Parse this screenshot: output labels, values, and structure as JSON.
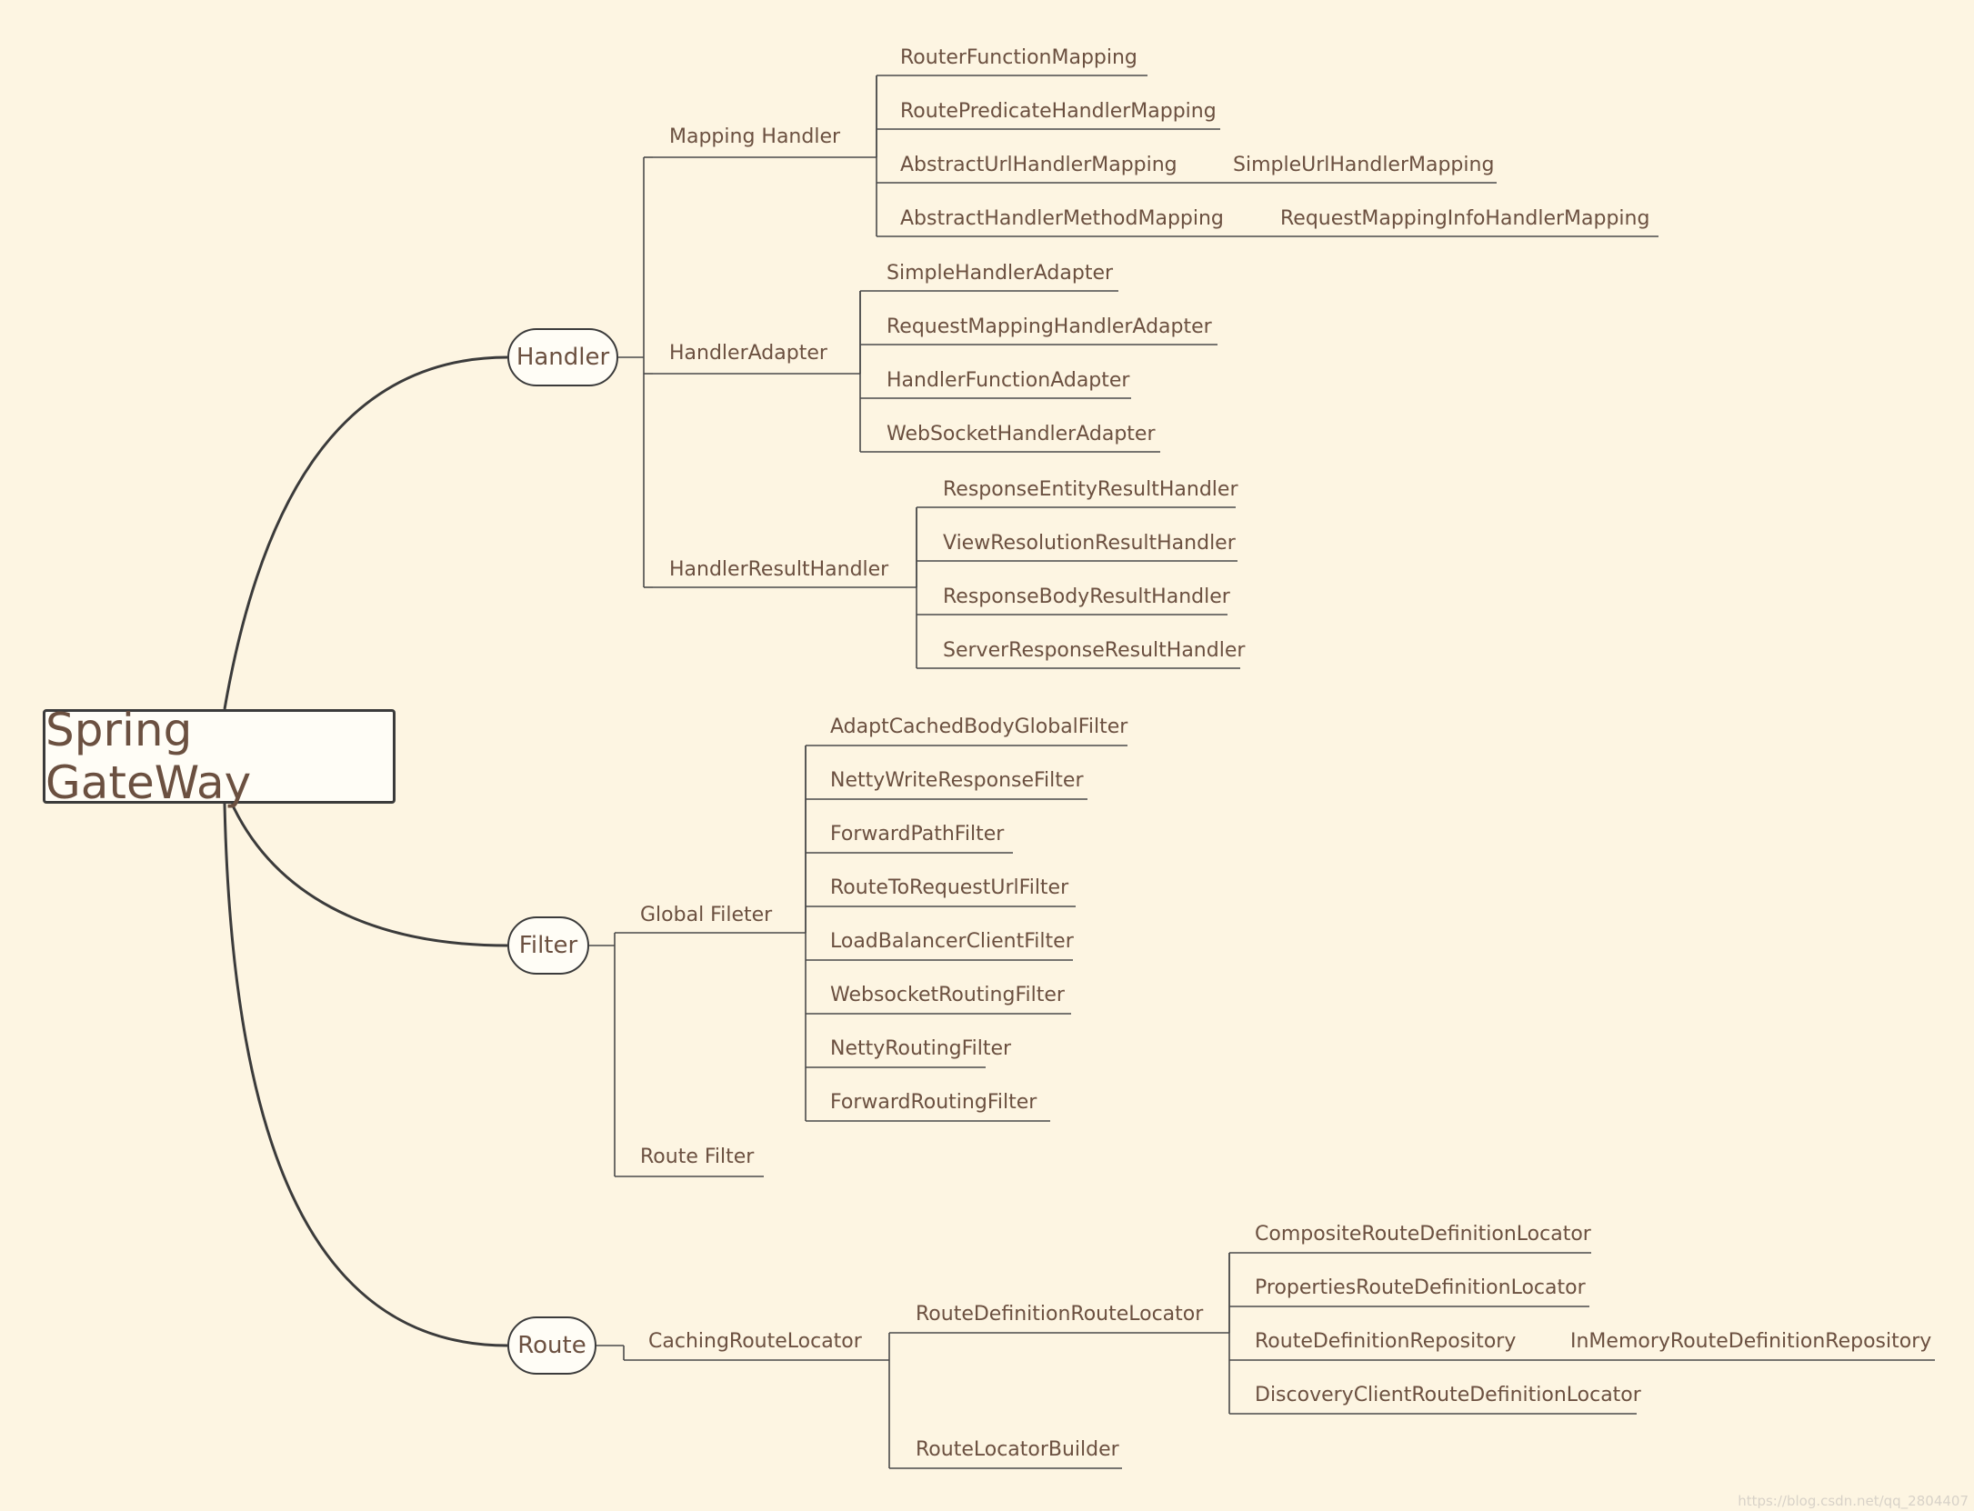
{
  "mindmap": {
    "root": "Spring GateWay",
    "handler": {
      "label": "Handler",
      "mapping_handler": {
        "label": "Mapping Handler",
        "items": [
          "RouterFunctionMapping",
          "RoutePredicateHandlerMapping",
          "AbstractUrlHandlerMapping",
          "AbstractHandlerMethodMapping"
        ],
        "abstract_url_child": "SimpleUrlHandlerMapping",
        "abstract_method_child": "RequestMappingInfoHandlerMapping"
      },
      "handler_adapter": {
        "label": "HandlerAdapter",
        "items": [
          "SimpleHandlerAdapter",
          "RequestMappingHandlerAdapter",
          "HandlerFunctionAdapter",
          "WebSocketHandlerAdapter"
        ]
      },
      "handler_result_handler": {
        "label": "HandlerResultHandler",
        "items": [
          "ResponseEntityResultHandler",
          "ViewResolutionResultHandler",
          "ResponseBodyResultHandler",
          "ServerResponseResultHandler"
        ]
      }
    },
    "filter": {
      "label": "Filter",
      "global_filter": {
        "label": "Global Fileter",
        "items": [
          "AdaptCachedBodyGlobalFilter",
          "NettyWriteResponseFilter",
          "ForwardPathFilter",
          "RouteToRequestUrlFilter",
          "LoadBalancerClientFilter",
          "WebsocketRoutingFilter",
          "NettyRoutingFilter",
          "ForwardRoutingFilter"
        ]
      },
      "route_filter": "Route Filter"
    },
    "route": {
      "label": "Route",
      "caching": "CachingRouteLocator",
      "definition_locator": {
        "label": "RouteDefinitionRouteLocator",
        "items": [
          "CompositeRouteDefinitionLocator",
          "PropertiesRouteDefinitionLocator",
          "RouteDefinitionRepository",
          "DiscoveryClientRouteDefinitionLocator"
        ],
        "repository_child": "InMemoryRouteDefinitionRepository"
      },
      "builder": "RouteLocatorBuilder"
    }
  },
  "watermark": "https://blog.csdn.net/qq_2804407"
}
